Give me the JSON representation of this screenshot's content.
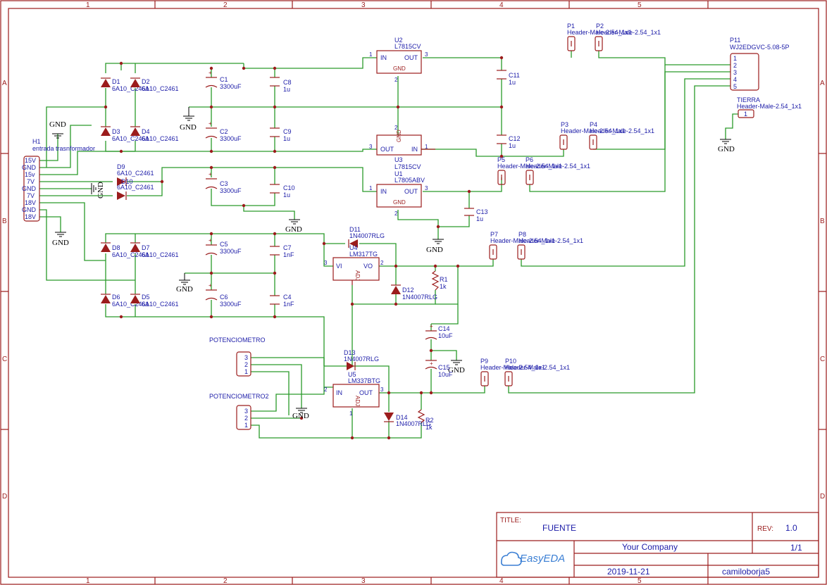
{
  "frame": {
    "columns": [
      "1",
      "2",
      "3",
      "4",
      "5"
    ],
    "rows": [
      "A",
      "B",
      "C",
      "D"
    ]
  },
  "title_block": {
    "title_label": "TITLE:",
    "title": "FUENTE",
    "rev_label": "REV:",
    "rev": "1.0",
    "company": "Your Company",
    "sheet": "1/1",
    "logo_text": "EasyEDA",
    "date": "2019-11-21",
    "author": "camiloborja5"
  },
  "h1": {
    "ref": "H1",
    "value": "entrada trasnformador",
    "pins": [
      "15V",
      "GND",
      "15v",
      "7V",
      "GND",
      "7V",
      "18V",
      "GND",
      "18V"
    ]
  },
  "gnd_label": "GND",
  "components": {
    "D1": {
      "ref": "D1",
      "value": "6A10_C2461"
    },
    "D2": {
      "ref": "D2",
      "value": "6A10_C2461"
    },
    "D3": {
      "ref": "D3",
      "value": "6A10_C2461"
    },
    "D4": {
      "ref": "D4",
      "value": "6A10_C2461"
    },
    "D5": {
      "ref": "D5",
      "value": "6A10_C2461"
    },
    "D6": {
      "ref": "D6",
      "value": "6A10_C2461"
    },
    "D7": {
      "ref": "D7",
      "value": "6A10_C2461"
    },
    "D8": {
      "ref": "D8",
      "value": "6A10_C2461"
    },
    "D9": {
      "ref": "D9",
      "value": "6A10_C2461"
    },
    "D10": {
      "ref": "D10",
      "value": "6A10_C2461"
    },
    "D11": {
      "ref": "D11",
      "value": "1N4007RLG"
    },
    "D12": {
      "ref": "D12",
      "value": "1N4007RLG"
    },
    "D13": {
      "ref": "D13",
      "value": "1N4007RLG"
    },
    "D14": {
      "ref": "D14",
      "value": "1N4007RLG"
    },
    "C1": {
      "ref": "C1",
      "value": "3300uF"
    },
    "C2": {
      "ref": "C2",
      "value": "3300uF"
    },
    "C3": {
      "ref": "C3",
      "value": "3300uF"
    },
    "C5": {
      "ref": "C5",
      "value": "3300uF"
    },
    "C6": {
      "ref": "C6",
      "value": "3300uF"
    },
    "C8": {
      "ref": "C8",
      "value": "1u"
    },
    "C9": {
      "ref": "C9",
      "value": "1u"
    },
    "C10": {
      "ref": "C10",
      "value": "1u"
    },
    "C11": {
      "ref": "C11",
      "value": "1u"
    },
    "C12": {
      "ref": "C12",
      "value": "1u"
    },
    "C13": {
      "ref": "C13",
      "value": "1u"
    },
    "C7": {
      "ref": "C7",
      "value": "1nF"
    },
    "C4": {
      "ref": "C4",
      "value": "1nF"
    },
    "C14": {
      "ref": "C14",
      "value": "10uF"
    },
    "C15": {
      "ref": "C15",
      "value": "10uF"
    },
    "R1": {
      "ref": "R1",
      "value": "1k"
    },
    "R2": {
      "ref": "R2",
      "value": "1k"
    },
    "U2": {
      "ref": "U2",
      "value": "L7815CV",
      "in": "IN",
      "out": "OUT",
      "gnd": "GND"
    },
    "U3": {
      "ref": "U3",
      "value": "L7815CV",
      "in": "IN",
      "out": "OUT",
      "gnd": "GND"
    },
    "U1": {
      "ref": "U1",
      "value": "L7805ABV",
      "in": "IN",
      "out": "OUT",
      "gnd": "GND"
    },
    "U4": {
      "ref": "U4",
      "value": "LM317TG",
      "in": "VI",
      "out": "VO",
      "adj": "ADJ"
    },
    "U5": {
      "ref": "U5",
      "value": "LM337BTG",
      "in": "IN",
      "out": "OUT",
      "adj": "ADJ"
    },
    "P1": {
      "ref": "P1",
      "value": "Header-Male-2.54_1x1"
    },
    "P2": {
      "ref": "P2",
      "value": "Header-Male-2.54_1x1"
    },
    "P3": {
      "ref": "P3",
      "value": "Header-Male-2.54_1x1"
    },
    "P4": {
      "ref": "P4",
      "value": "Header-Male-2.54_1x1"
    },
    "P5": {
      "ref": "P5",
      "value": "Header-Male-2.54_1x1"
    },
    "P6": {
      "ref": "P6",
      "value": "Header-Male-2.54_1x1"
    },
    "P7": {
      "ref": "P7",
      "value": "Header-Male-2.54_1x1"
    },
    "P8": {
      "ref": "P8",
      "value": "Header-Male-2.54_1x1"
    },
    "P9": {
      "ref": "P9",
      "value": "Header-Male-2.54_1x1"
    },
    "P10": {
      "ref": "P10",
      "value": "Header-Male-2.54_1x1"
    },
    "P11": {
      "ref": "P11",
      "value": "WJ2EDGVC-5.08-5P",
      "pins": [
        "1",
        "2",
        "3",
        "4",
        "5"
      ]
    },
    "TIERRA": {
      "ref": "TIERRA",
      "value": "Header-Male-2.54_1x1",
      "pin": "1"
    },
    "POT1": {
      "ref": "POTENCIOMETRO",
      "pins": [
        "3",
        "2",
        "1"
      ]
    },
    "POT2": {
      "ref": "POTENCIOMETRO2",
      "pins": [
        "3",
        "2",
        "1"
      ]
    }
  },
  "pin_numbers": {
    "one": "1",
    "two": "2",
    "three": "3"
  }
}
